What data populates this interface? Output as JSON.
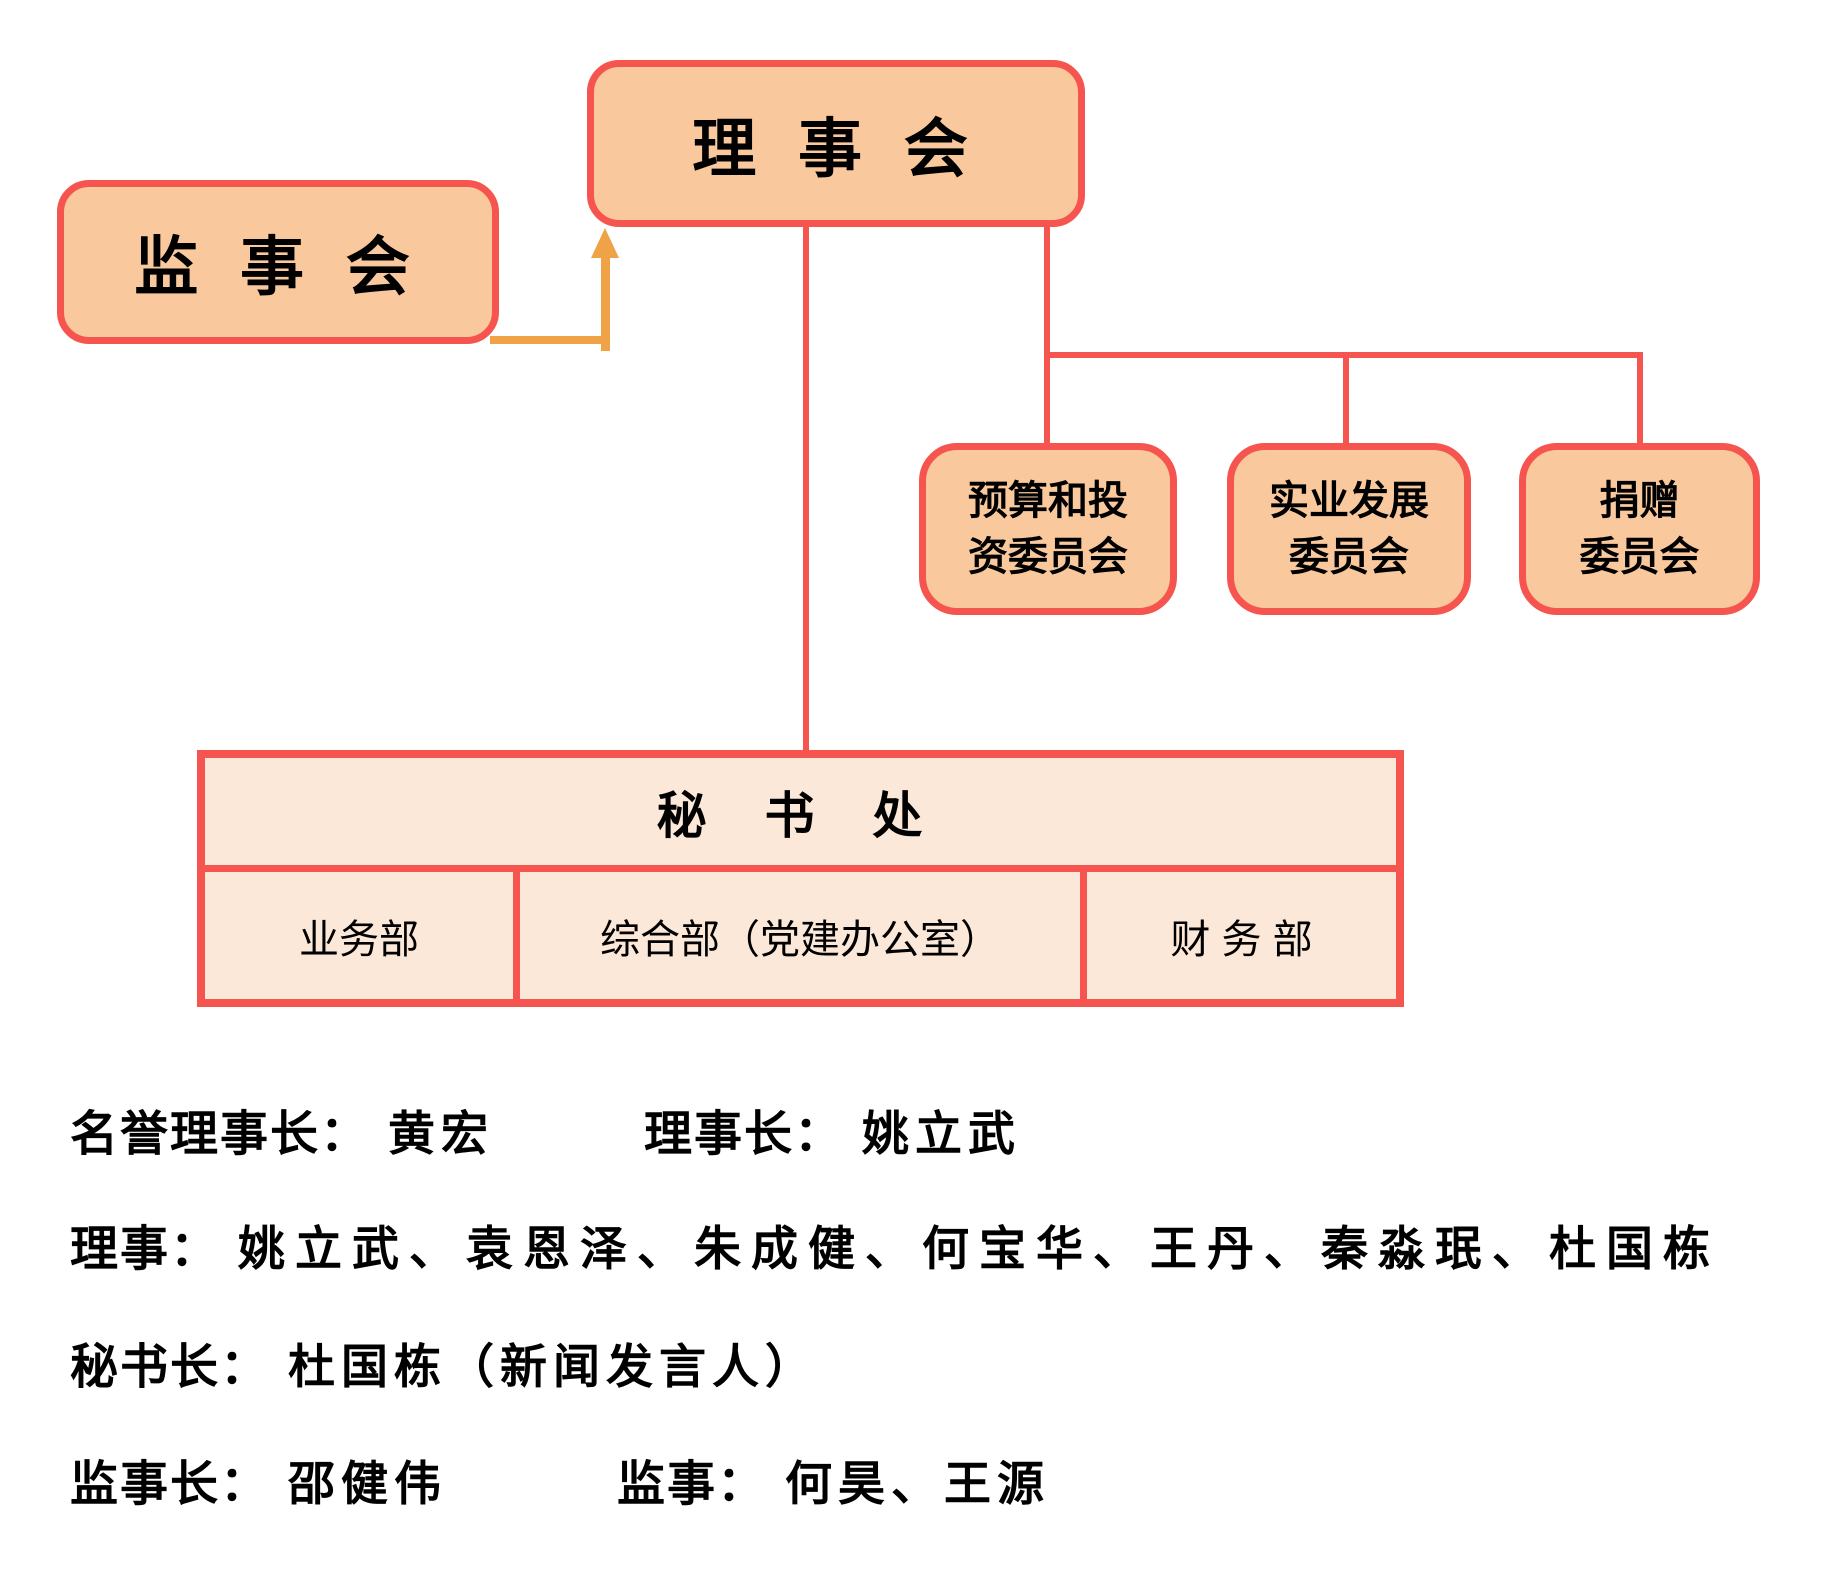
{
  "palette": {
    "border_red": "#F6544E",
    "box_fill": "#F9C89D",
    "table_fill": "#FCE8D9",
    "arrow_orange": "#F0A247",
    "text_color": "#000000"
  },
  "org": {
    "board": "理 事 会",
    "supervisory_board": "监 事 会",
    "committees": [
      {
        "lines": [
          "预算和投",
          "资委员会"
        ]
      },
      {
        "lines": [
          "实业发展",
          "委员会"
        ]
      },
      {
        "lines": [
          "捐赠",
          "委员会"
        ]
      }
    ],
    "secretariat": {
      "title": "秘 书 处",
      "departments": [
        "业务部",
        "综合部（党建办公室）",
        "财 务 部"
      ]
    }
  },
  "roster": {
    "honorary_chairman_label": "名誉理事长：",
    "honorary_chairman": "黄宏",
    "chairman_label": "理事长：",
    "chairman": "姚立武",
    "directors_label": "理事：",
    "directors": "姚立武、袁恩泽、朱成健、何宝华、王丹、秦淼珉、杜国栋",
    "secretary_general_label": "秘书长：",
    "secretary_general": "杜国栋（新闻发言人）",
    "chief_supervisor_label": "监事长：",
    "chief_supervisor": "邵健伟",
    "supervisors_label": "监事：",
    "supervisors": "何昊、王源"
  }
}
